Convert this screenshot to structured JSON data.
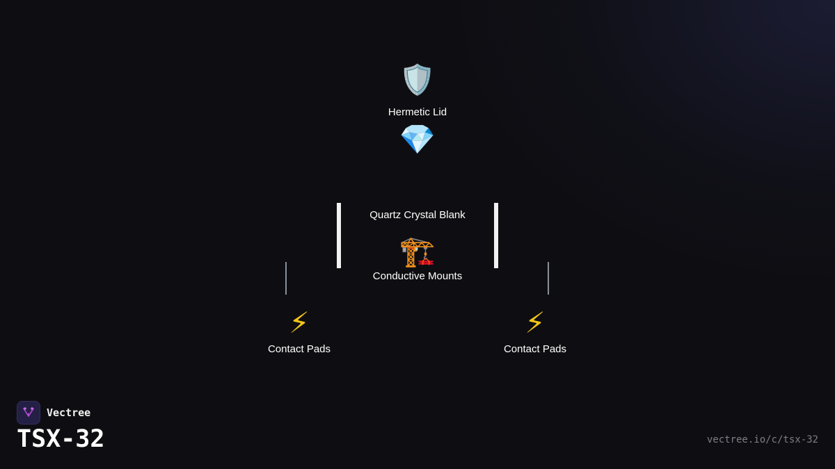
{
  "diagram": {
    "nodes": [
      {
        "id": "lid",
        "icon": "🛡️",
        "icon_name": "shield-icon",
        "label": "Hermetic Lid"
      },
      {
        "id": "crystal",
        "icon": "💎",
        "icon_name": "gem-icon",
        "label": "Quartz Crystal Blank"
      },
      {
        "id": "mounts",
        "icon": "🏗️",
        "icon_name": "crane-icon",
        "label": "Conductive Mounts"
      },
      {
        "id": "pads_left",
        "icon": "⚡",
        "icon_name": "lightning-icon",
        "label": "Contact Pads"
      },
      {
        "id": "pads_right",
        "icon": "⚡",
        "icon_name": "lightning-icon",
        "label": "Contact Pads"
      }
    ]
  },
  "footer": {
    "brand_name": "Vectree",
    "model": "TSX-32",
    "url": "vectree.io/c/tsx-32"
  },
  "colors": {
    "background": "#0e0e12",
    "logo_bg": "#231f45",
    "logo_mark": "#b84dd6",
    "connector": "#f2f2f2",
    "connector_thin": "#8a8f99",
    "url_text": "#7d7f86"
  }
}
